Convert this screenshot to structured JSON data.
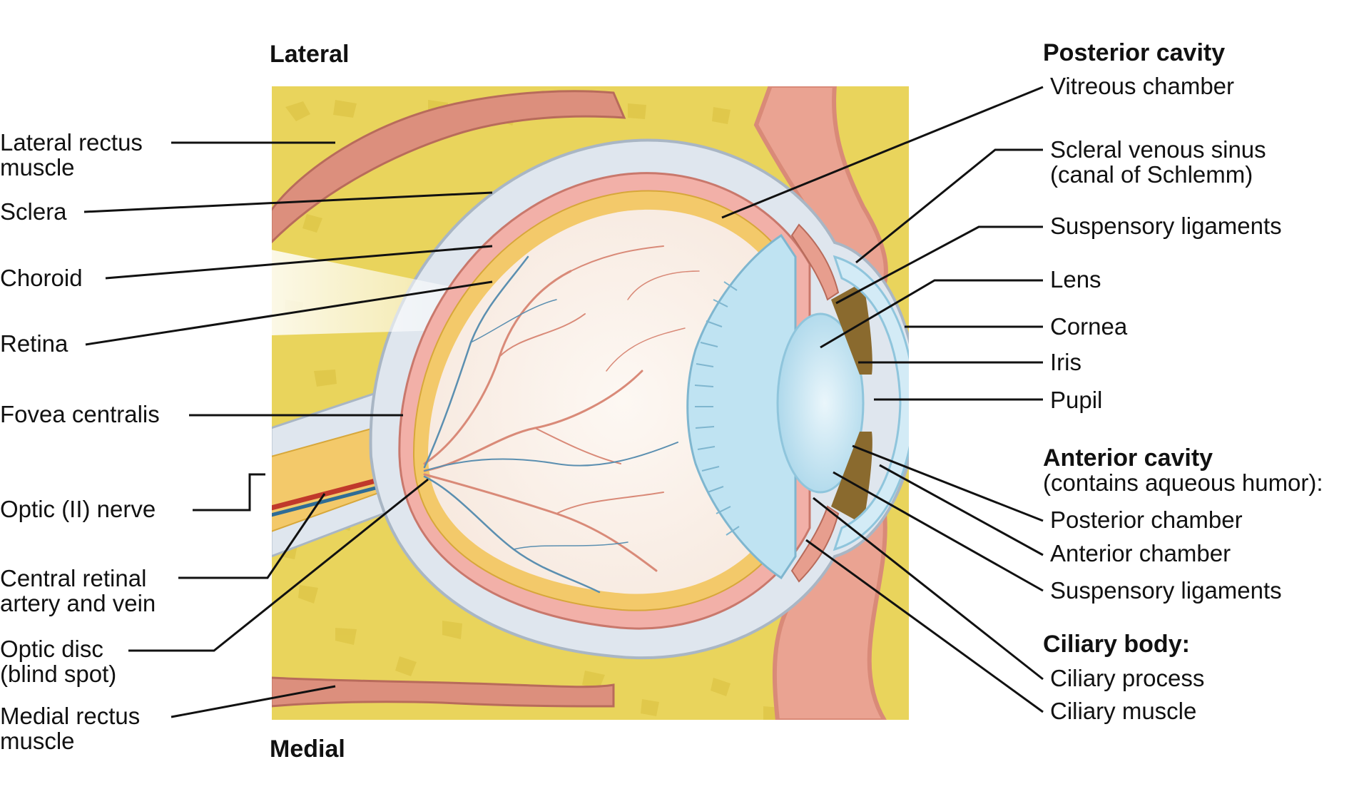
{
  "orientation": {
    "lateral": "Lateral",
    "medial": "Medial"
  },
  "left_labels": {
    "lateral_rectus_line1": "Lateral rectus",
    "lateral_rectus_line2": "muscle",
    "sclera": "Sclera",
    "choroid": "Choroid",
    "retina": "Retina",
    "fovea": "Fovea centralis",
    "optic_nerve": "Optic (II) nerve",
    "central_retinal_line1": "Central retinal",
    "central_retinal_line2": "artery and vein",
    "optic_disc_line1": "Optic disc",
    "optic_disc_line2": "(blind spot)",
    "medial_rectus_line1": "Medial rectus",
    "medial_rectus_line2": "muscle"
  },
  "right_labels": {
    "posterior_cavity": "Posterior cavity",
    "vitreous_chamber": "Vitreous chamber",
    "scleral_sinus_line1": "Scleral venous sinus",
    "scleral_sinus_line2": "(canal of Schlemm)",
    "suspensory_upper": "Suspensory ligaments",
    "lens": "Lens",
    "cornea": "Cornea",
    "iris": "Iris",
    "pupil": "Pupil",
    "anterior_cavity": "Anterior cavity",
    "anterior_cavity_note": "(contains aqueous humor):",
    "posterior_chamber": "Posterior chamber",
    "anterior_chamber": "Anterior chamber",
    "suspensory_lower": "Suspensory ligaments",
    "ciliary_body": "Ciliary body:",
    "ciliary_process": "Ciliary process",
    "ciliary_muscle": "Ciliary muscle"
  },
  "colors": {
    "fat": "#e9d45c",
    "muscle": "#d98a78",
    "sclera": "#dfe6ee",
    "choroid": "#f2b0a8",
    "retina": "#f3c96a",
    "vitreous": "#fbf1ea",
    "lens": "#bfe3f2",
    "iris": "#8a6a2e",
    "vessel_red": "#c0392b",
    "vessel_blue": "#5b8fb0"
  }
}
